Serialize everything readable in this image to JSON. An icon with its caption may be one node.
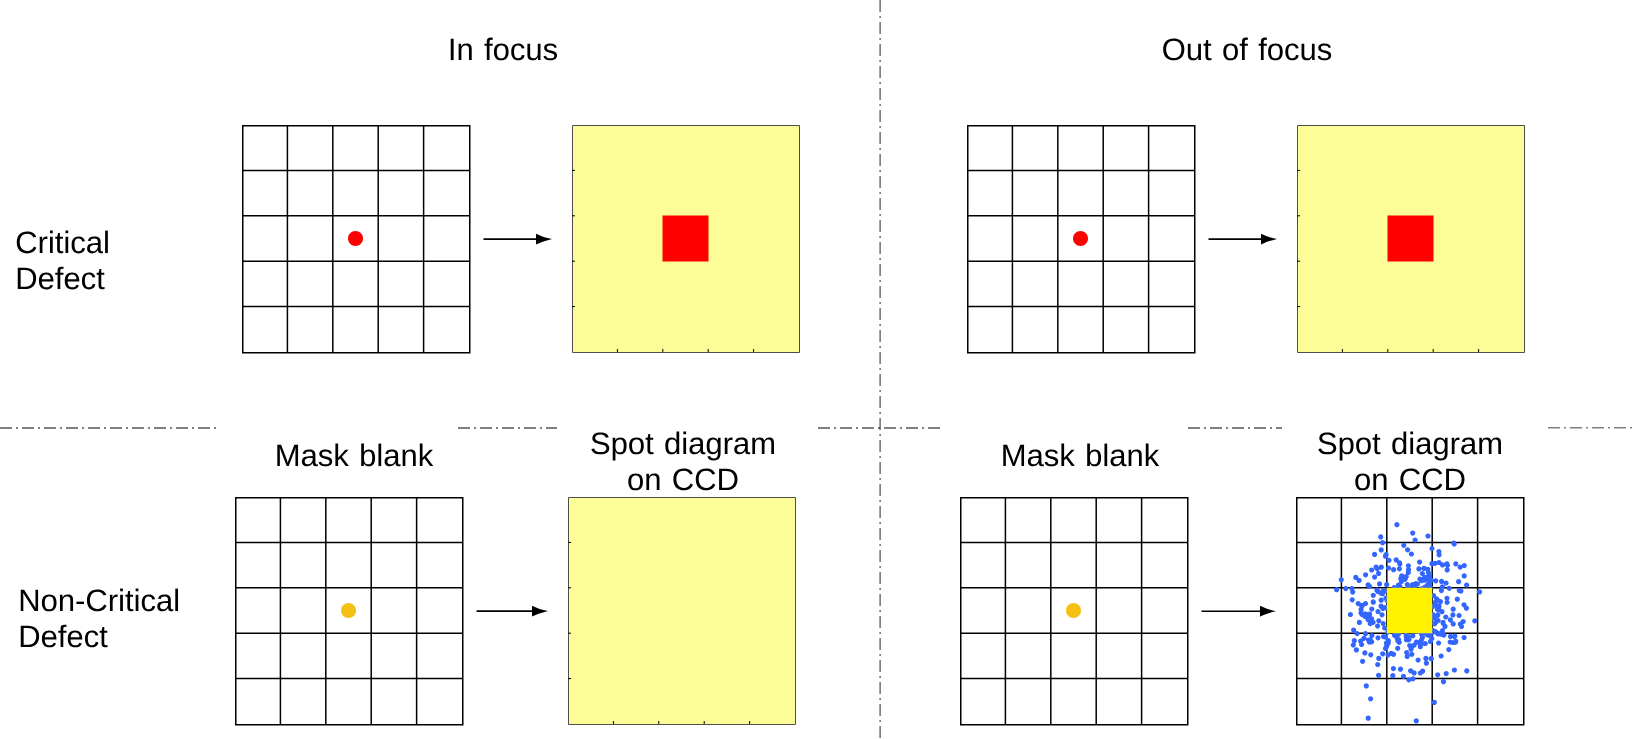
{
  "diagram": {
    "nodes": [
      {
        "text": [],
        "shape": "grid"
      },
      {
        "text": [],
        "shape": "box"
      },
      {
        "text": [],
        "shape": "grid"
      },
      {
        "text": [],
        "shape": "box"
      },
      {
        "text": [],
        "shape": "grid"
      },
      {
        "text": [],
        "shape": "box"
      },
      {
        "text": [],
        "shape": "grid"
      },
      {
        "text": [],
        "shape": "grid"
      }
    ],
    "edges": [
      {
        "from": 0,
        "to": 1,
        "arrow": "to"
      },
      {
        "from": 2,
        "to": 3,
        "arrow": "to"
      },
      {
        "from": 4,
        "to": 5,
        "arrow": "to"
      },
      {
        "from": 6,
        "to": 7,
        "arrow": "to"
      }
    ],
    "labels": [
      "In focus",
      "Out of focus",
      "Critical Defect",
      "Mask blank",
      "Spot diagram on CCD",
      "Mask blank",
      "Spot diagram on CCD",
      "Non-Critical Defect"
    ]
  }
}
